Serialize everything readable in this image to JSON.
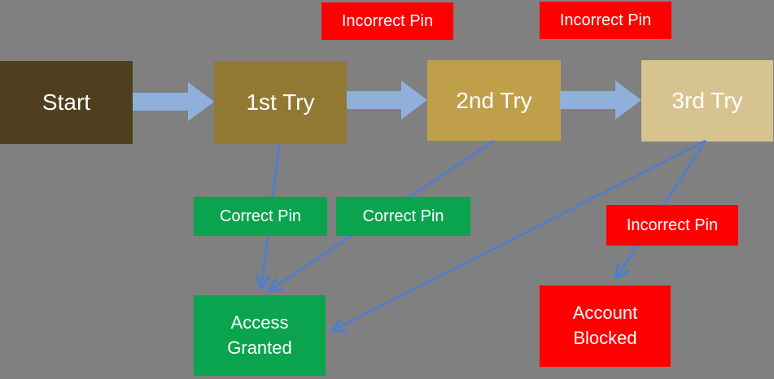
{
  "diagram": {
    "title_implicit": "PIN attempt flow",
    "background_color": "#808080",
    "text_color": "#ffffff",
    "nodes": {
      "start": {
        "label": "Start",
        "color": "#4f3f1e"
      },
      "try1": {
        "label": "1st Try",
        "color": "#917933"
      },
      "try2": {
        "label": "2nd Try",
        "color": "#bf9f49"
      },
      "try3": {
        "label": "3rd Try",
        "color": "#d7c38f"
      },
      "access_granted": {
        "line1": "Access",
        "line2": "Granted",
        "color": "#0aa44f"
      },
      "account_blocked": {
        "line1": "Account",
        "line2": "Blocked",
        "color": "#ff0000"
      }
    },
    "labels": {
      "incorrect_pin_1": {
        "label": "Incorrect Pin",
        "color": "#ff0000"
      },
      "incorrect_pin_2": {
        "label": "Incorrect Pin",
        "color": "#ff0000"
      },
      "incorrect_pin_3": {
        "label": "Incorrect Pin",
        "color": "#ff0000"
      },
      "correct_pin_1": {
        "label": "Correct Pin",
        "color": "#0aa44f"
      },
      "correct_pin_2": {
        "label": "Correct Pin",
        "color": "#0aa44f"
      }
    },
    "arrows": {
      "block_arrow_color": "#8fb0da",
      "connector_color": "#4d7ed2",
      "flow": [
        "Start -> 1st Try",
        "1st Try -> 2nd Try (Incorrect Pin)",
        "2nd Try -> 3rd Try (Incorrect Pin)",
        "1st Try -> Access Granted (Correct Pin)",
        "2nd Try -> Access Granted (Correct Pin)",
        "3rd Try -> Access Granted (Correct Pin)",
        "3rd Try -> Account Blocked (Incorrect Pin)"
      ]
    }
  }
}
